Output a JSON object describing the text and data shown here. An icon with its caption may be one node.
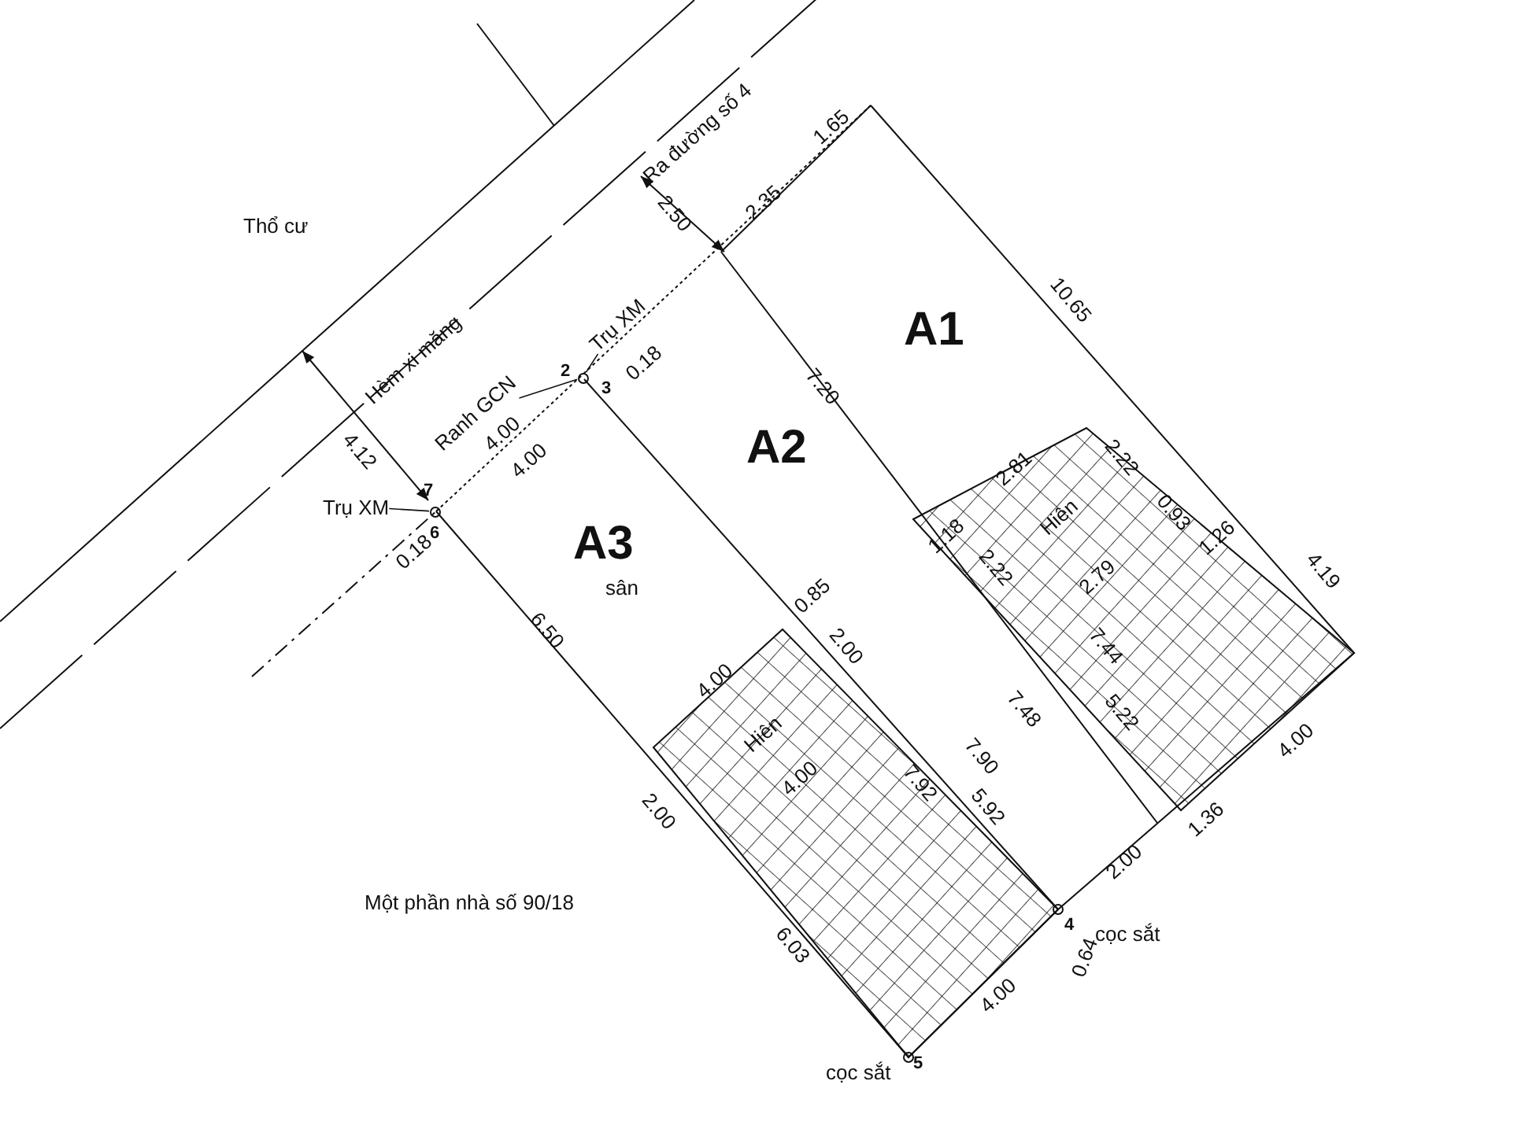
{
  "diagram": {
    "nodes": [
      {
        "text": [
          "Trụ XM"
        ]
      },
      {
        "text": [],
        "shape": "circle"
      },
      {
        "text": [
          "Ranh GCN"
        ]
      },
      {
        "text": [
          "Trụ XM"
        ]
      },
      {
        "text": [],
        "shape": "circle"
      }
    ],
    "edges": [
      {
        "from": 0,
        "to": 1,
        "arrow": "none"
      },
      {
        "from": 2,
        "to": 1,
        "arrow": "none"
      },
      {
        "from": 3,
        "to": 4,
        "arrow": "none"
      }
    ],
    "labels": [
      "Thổ cư",
      "Ra đường số 4",
      "1.65",
      "2.50",
      "2.35",
      "A1",
      "10.65",
      "Hèm xi măng",
      "7.20",
      "2",
      "3",
      "0.18",
      "4.12",
      "4.00",
      "4.00",
      "A2",
      "7",
      "6",
      "0.18",
      "A3",
      "sân",
      "0.85",
      "2.00",
      "2.81",
      "2.22",
      "1.18",
      "Hiên",
      "0.93",
      "1.26",
      "2.22",
      "2.79",
      "4.19",
      "6.50",
      "4.00",
      "7.44",
      "Hiên",
      "7.48",
      "5.22",
      "7.90",
      "4.00",
      "7.92",
      "5.92",
      "4.00",
      "2.00",
      "1.36",
      "2.00",
      "Một phần nhà số 90/18",
      "4",
      "0.64",
      "cọc sắt",
      "6.03",
      "4.00",
      "cọc sắt",
      "5"
    ]
  }
}
